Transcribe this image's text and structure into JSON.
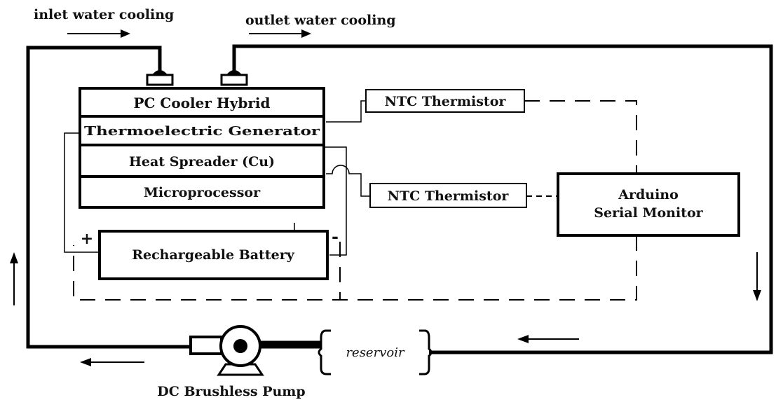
{
  "labels": {
    "inlet": "inlet water cooling",
    "outlet": "outlet water cooling",
    "pc_cooler": "PC Cooler Hybrid",
    "teg": "Thermoelectric Generator",
    "heat_spreader": "Heat Spreader (Cu)",
    "microprocessor": "Microprocessor",
    "battery": "Rechargeable Battery",
    "plus": "+",
    "minus": "-",
    "ntc_top": "NTC Thermistor",
    "ntc_bottom": "NTC Thermistor",
    "arduino_line1": "Arduino",
    "arduino_line2": "Serial Monitor",
    "reservoir": "reservoir",
    "pump": "DC Brushless Pump"
  }
}
